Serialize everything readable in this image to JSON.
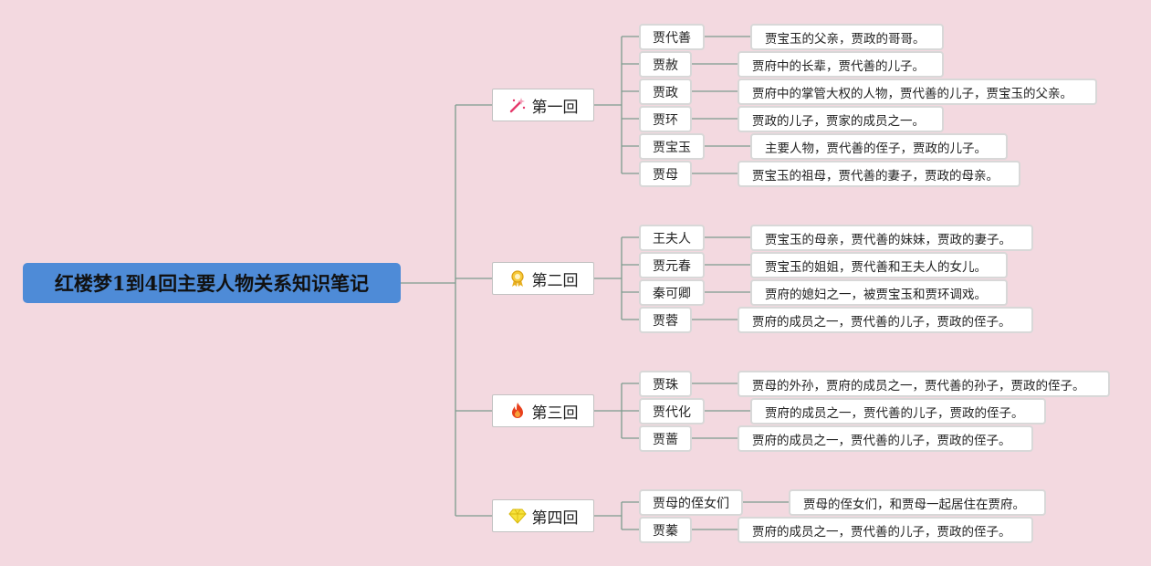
{
  "root": {
    "title": "红楼梦1到4回主要人物关系知识笔记"
  },
  "chapters": [
    {
      "label": "第一回",
      "icon": "magic-wand-icon",
      "people": [
        {
          "name": "贾代善",
          "desc": "贾宝玉的父亲，贾政的哥哥。"
        },
        {
          "name": "贾赦",
          "desc": "贾府中的长辈，贾代善的儿子。"
        },
        {
          "name": "贾政",
          "desc": "贾府中的掌管大权的人物，贾代善的儿子，贾宝玉的父亲。"
        },
        {
          "name": "贾环",
          "desc": "贾政的儿子，贾家的成员之一。"
        },
        {
          "name": "贾宝玉",
          "desc": "主要人物，贾代善的侄子，贾政的儿子。"
        },
        {
          "name": "贾母",
          "desc": "贾宝玉的祖母，贾代善的妻子，贾政的母亲。"
        }
      ]
    },
    {
      "label": "第二回",
      "icon": "award-medal-icon",
      "people": [
        {
          "name": "王夫人",
          "desc": "贾宝玉的母亲，贾代善的妹妹，贾政的妻子。"
        },
        {
          "name": "贾元春",
          "desc": "贾宝玉的姐姐，贾代善和王夫人的女儿。"
        },
        {
          "name": "秦可卿",
          "desc": "贾府的媳妇之一，被贾宝玉和贾环调戏。"
        },
        {
          "name": "贾蓉",
          "desc": "贾府的成员之一，贾代善的儿子，贾政的侄子。"
        }
      ]
    },
    {
      "label": "第三回",
      "icon": "fire-icon",
      "people": [
        {
          "name": "贾珠",
          "desc": "贾母的外孙，贾府的成员之一，贾代善的孙子，贾政的侄子。"
        },
        {
          "name": "贾代化",
          "desc": "贾府的成员之一，贾代善的儿子，贾政的侄子。"
        },
        {
          "name": "贾蔷",
          "desc": "贾府的成员之一，贾代善的儿子，贾政的侄子。"
        }
      ]
    },
    {
      "label": "第四回",
      "icon": "diamond-icon",
      "people": [
        {
          "name": "贾母的侄女们",
          "desc": "贾母的侄女们，和贾母一起居住在贾府。"
        },
        {
          "name": "贾蓁",
          "desc": "贾府的成员之一，贾代善的儿子，贾政的侄子。"
        }
      ]
    }
  ],
  "colors": {
    "background": "#f3d9e0",
    "root": "#4e8bd7",
    "line": "#7d9c8e"
  }
}
